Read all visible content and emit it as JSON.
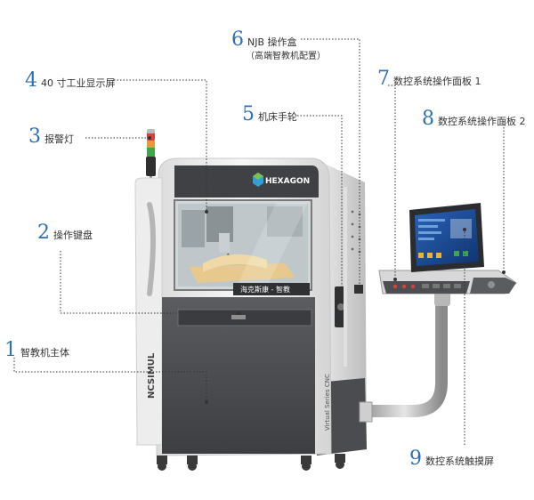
{
  "brand": {
    "name": "HEXAGON",
    "panel_plate": "海克斯康 - 智教",
    "side_text": "NCSIMUL",
    "side_text_2": "Virtual Series CNC"
  },
  "callouts": [
    {
      "number": "1",
      "label": "智教机主体"
    },
    {
      "number": "2",
      "label": "操作键盘"
    },
    {
      "number": "3",
      "label": "报警灯"
    },
    {
      "number": "4",
      "label": "40 寸工业显示屏"
    },
    {
      "number": "5",
      "label": "机床手轮"
    },
    {
      "number": "6",
      "label": "NJB 操作盒",
      "sublabel": "（高端智教机配置）"
    },
    {
      "number": "7",
      "label": "数控系统操作面板 1"
    },
    {
      "number": "8",
      "label": "数控系统操作面板 2"
    },
    {
      "number": "9",
      "label": "数控系统触摸屏"
    }
  ],
  "colors": {
    "accent": "#2e6fb5",
    "cabinet_dark": "#4d4f52",
    "cabinet_white": "#f2f2f2",
    "beacon_red": "#d8423a",
    "beacon_green": "#3ea54a"
  }
}
